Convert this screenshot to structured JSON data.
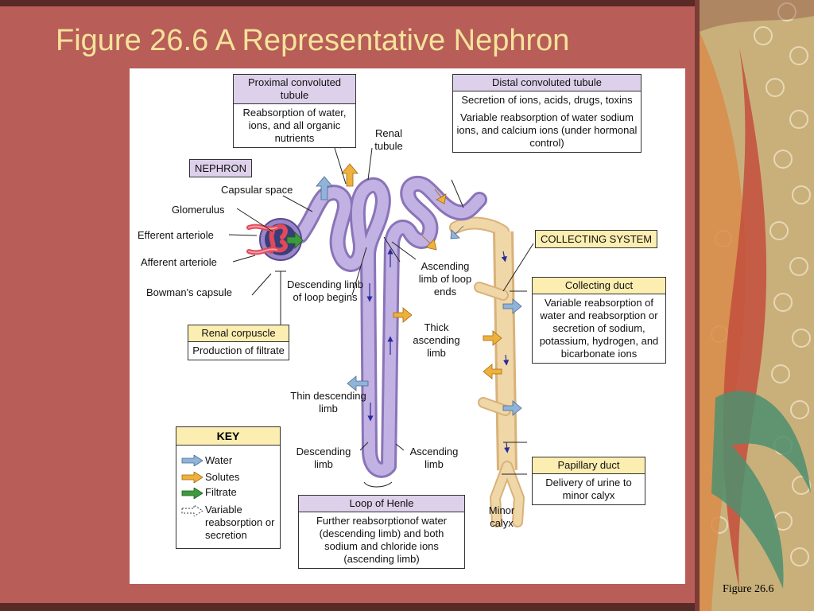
{
  "slide": {
    "title": "Figure 26.6  A Representative Nephron",
    "figure_ref": "Figure 26.6"
  },
  "colors": {
    "slide_background": "#b85d57",
    "title_text": "#f4e39b",
    "water_arrow": "#8fb3d9",
    "solute_arrow": "#f0b13c",
    "filtrate_arrow": "#3d9a3d",
    "tubule": "#b9a6dc",
    "collecting_duct": "#f0d7a8",
    "glomerulus": "#e04a5a"
  },
  "boxes": {
    "pct": {
      "head": "Proximal convoluted tubule",
      "body": "Reabsorption of water, ions, and all organic nutrients"
    },
    "dct": {
      "head": "Distal convoluted tubule",
      "body1": "Secretion of ions, acids, drugs, toxins",
      "body2": "Variable reabsorption of water sodium ions, and calcium ions (under hormonal control)"
    },
    "renal_corpuscle": {
      "head": "Renal corpuscle",
      "body": "Production of filtrate"
    },
    "collecting_duct": {
      "head": "Collecting duct",
      "body": "Variable reabsorption of water and reabsorption or secretion of sodium, potassium, hydrogen, and bicarbonate ions"
    },
    "papillary_duct": {
      "head": "Papillary duct",
      "body": "Delivery of urine to minor calyx"
    },
    "loop_of_henle": {
      "head": "Loop of Henle",
      "body": "Further reabsorptionof water (descending limb) and both sodium and chloride ions (ascending limb)"
    }
  },
  "tags": {
    "nephron": "NEPHRON",
    "collecting_system": "COLLECTING SYSTEM"
  },
  "labels": {
    "capsular_space": "Capsular space",
    "glomerulus": "Glomerulus",
    "efferent_arteriole": "Efferent arteriole",
    "afferent_arteriole": "Afferent arteriole",
    "bowmans_capsule": "Bowman's capsule",
    "renal_tubule": "Renal tubule",
    "descending_limb_begins": "Descending limb of loop begins",
    "ascending_limb_ends": "Ascending limb of loop ends",
    "thick_ascending_limb": "Thick ascending limb",
    "thin_descending_limb": "Thin descending limb",
    "descending_limb": "Descending limb",
    "ascending_limb": "Ascending limb",
    "minor_calyx": "Minor calyx"
  },
  "key": {
    "title": "KEY",
    "items": [
      {
        "label": "Water",
        "icon": "water-arrow"
      },
      {
        "label": "Solutes",
        "icon": "solute-arrow"
      },
      {
        "label": "Filtrate",
        "icon": "filtrate-arrow"
      },
      {
        "label": "Variable reabsorption or secretion",
        "icon": "variable-arrow"
      }
    ]
  }
}
